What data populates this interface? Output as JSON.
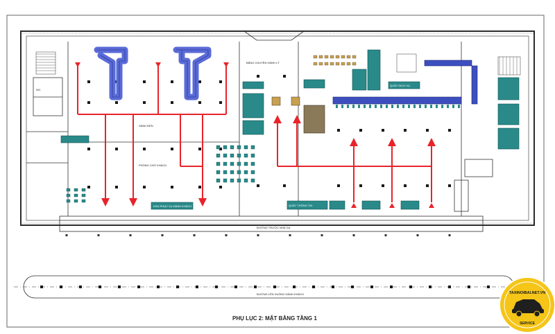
{
  "drawing": {
    "caption": "PHỤ LỤC 2: MẶT BẰNG TẦNG 1",
    "labels": {
      "lobby_left": "SẢNH ĐẾN",
      "waiting_area": "PHÒNG CHỜ KHÁCH",
      "wc_left": "WC",
      "shop_row": "KHU PHỤC VỤ HÀNH KHÁCH",
      "info_desk": "QUẦY THÔNG TIN",
      "service_counter": "QUẦY DỊCH VỤ",
      "baggage": "BĂNG CHUYỀN HÀNH LÝ",
      "road_front": "ĐƯỜNG TRƯỚC NHÀ GA",
      "road_lower": "ĐƯỜNG LÊN XUỐNG HÀNH KHÁCH"
    }
  },
  "watermark": {
    "text": "TAXINOIBAI.NET.VN",
    "sub": "SERVICE",
    "colors": {
      "fill": "#f5c518",
      "ring": "#ffffff",
      "car": "#1f1f1f"
    }
  },
  "colors": {
    "walls": "#2b2b2b",
    "flow_arrows": "#e8232a",
    "conveyor": "#5a6bd8",
    "rooms": "#2a8a8a",
    "counter": "#8a7a5a"
  }
}
